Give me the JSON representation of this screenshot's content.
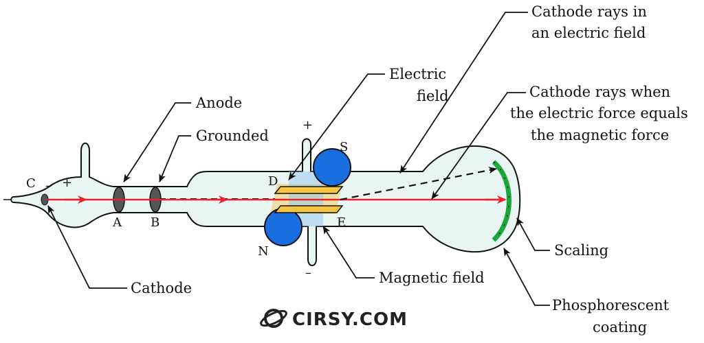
{
  "labels": {
    "cathode_rays_electric_line1": "Cathode rays in",
    "cathode_rays_electric_line2": "an electric field",
    "electric_field_line1": "Electric",
    "electric_field_line2": "field",
    "equal_forces_line1": "Cathode rays when",
    "equal_forces_line2": "the electric force equals",
    "equal_forces_line3": "the magnetic force",
    "anode": "Anode",
    "grounded": "Grounded",
    "cathode": "Cathode",
    "magnetic_field": "Magnetic field",
    "scaling": "Scaling",
    "phosphorescent_line1": "Phosphorescent",
    "phosphorescent_line2": "coating"
  },
  "letters": {
    "c": "C",
    "a": "A",
    "b": "B",
    "d": "D",
    "e": "E",
    "s": "S",
    "n": "N"
  },
  "signs": {
    "cathode_minus": "–",
    "anode_plus": "+",
    "top_plus": "+",
    "bottom_minus": "–"
  },
  "logo": {
    "text": "CIRSY.COM"
  },
  "colors": {
    "tube_fill": "#e9f5f2",
    "ray": "#e8242a",
    "magnet_blue": "#1a6fe0",
    "plate_yellow": "#f5c542",
    "field_blue": "#9cc8f0",
    "screen_green": "#1aa83a",
    "electrode_gray": "#555555"
  }
}
